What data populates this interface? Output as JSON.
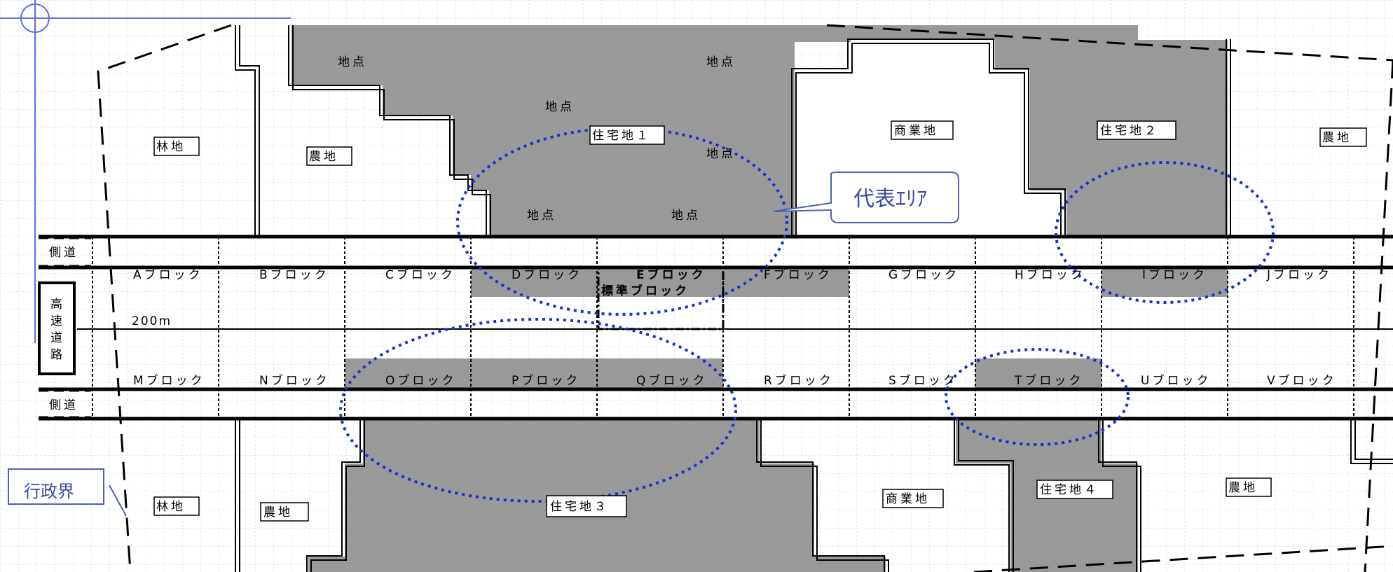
{
  "colors": {
    "grid": "#c9d3f2",
    "zone_fill": "#999999",
    "circle": "#1a2fd6",
    "callout_stroke": "#5060b0",
    "callout_text": "#3a4aa0"
  },
  "zone_labels": {
    "forest_1": "林地",
    "farm_1": "農地",
    "residential_1": "住宅地１",
    "commercial_1": "商業地",
    "residential_2": "住宅地２",
    "farm_2": "農地",
    "forest_2": "林地",
    "farm_3": "農地",
    "residential_3": "住宅地３",
    "commercial_2": "商業地",
    "residential_4": "住宅地４",
    "farm_4": "農地"
  },
  "points": [
    "地点",
    "地点",
    "地点",
    "地点",
    "地点",
    "地点"
  ],
  "side_road_label": "側道",
  "highway_chars": [
    "高",
    "速",
    "道",
    "路"
  ],
  "distance_label": "200m",
  "blocks_top": [
    "Aブロック",
    "Bブロック",
    "Cブロック",
    "Dブロック",
    "Eブロック",
    "Fブロック",
    "Gブロック",
    "Hブロック",
    "Iブロック",
    "Jブロック"
  ],
  "standard_block_label": "標準ブロック",
  "blocks_bottom": [
    "Mブロック",
    "Nブロック",
    "Oブロック",
    "Pブロック",
    "Qブロック",
    "Rブロック",
    "Sブロック",
    "Tブロック",
    "Uブロック",
    "Vブロック"
  ],
  "callout_representative": "代表ｴﾘｱ",
  "callout_admin_boundary": "行政界"
}
